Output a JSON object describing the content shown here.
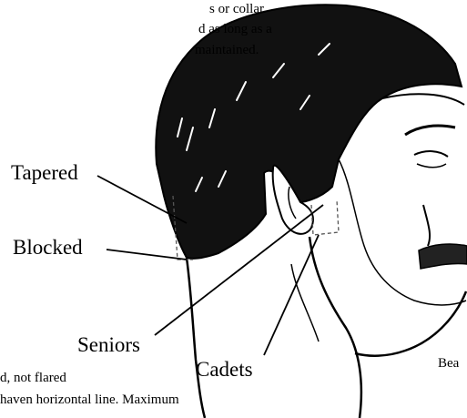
{
  "top_text": {
    "line1": "s or collar.",
    "line2": "d as long as a",
    "line3": "maintained."
  },
  "labels": {
    "tapered": "Tapered",
    "blocked": "Blocked",
    "seniors": "Seniors",
    "cadets": "Cadets"
  },
  "bottom_text": {
    "line1": "d, not flared",
    "line2": "haven horizontal line.  Maximum"
  },
  "right_text": "Bea"
}
